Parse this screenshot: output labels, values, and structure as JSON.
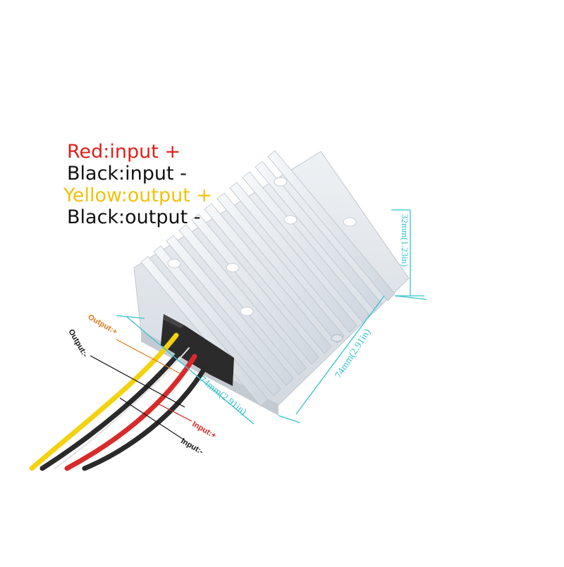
{
  "legend": {
    "items": [
      {
        "text": "Red:input +",
        "color": "#e0201c"
      },
      {
        "text": "Black:input -",
        "color": "#111111"
      },
      {
        "text": "Yellow:output +",
        "color": "#f2c20a"
      },
      {
        "text": "Black:output -",
        "color": "#111111"
      }
    ]
  },
  "dimensions": {
    "height": "32mm(1.23in)",
    "length": "74mm(2.91in)",
    "width": "74mm(2.91in)",
    "color": "#35c2d0"
  },
  "wire_labels": {
    "output_pos": {
      "text": "Output:+",
      "color": "#e07a18"
    },
    "output_neg": {
      "text": "Output:-",
      "color": "#111111"
    },
    "input_pos": {
      "text": "Input:+",
      "color": "#d8241e"
    },
    "input_neg": {
      "text": "Input:-",
      "color": "#111111"
    }
  },
  "colors": {
    "housing": "#e9edf2",
    "housing_shadow": "#c9d0d8",
    "grommet": "#2b2b2b",
    "wire_red": "#d92a2a",
    "wire_yellow": "#f3d20f",
    "wire_black": "#2a2a2a"
  }
}
